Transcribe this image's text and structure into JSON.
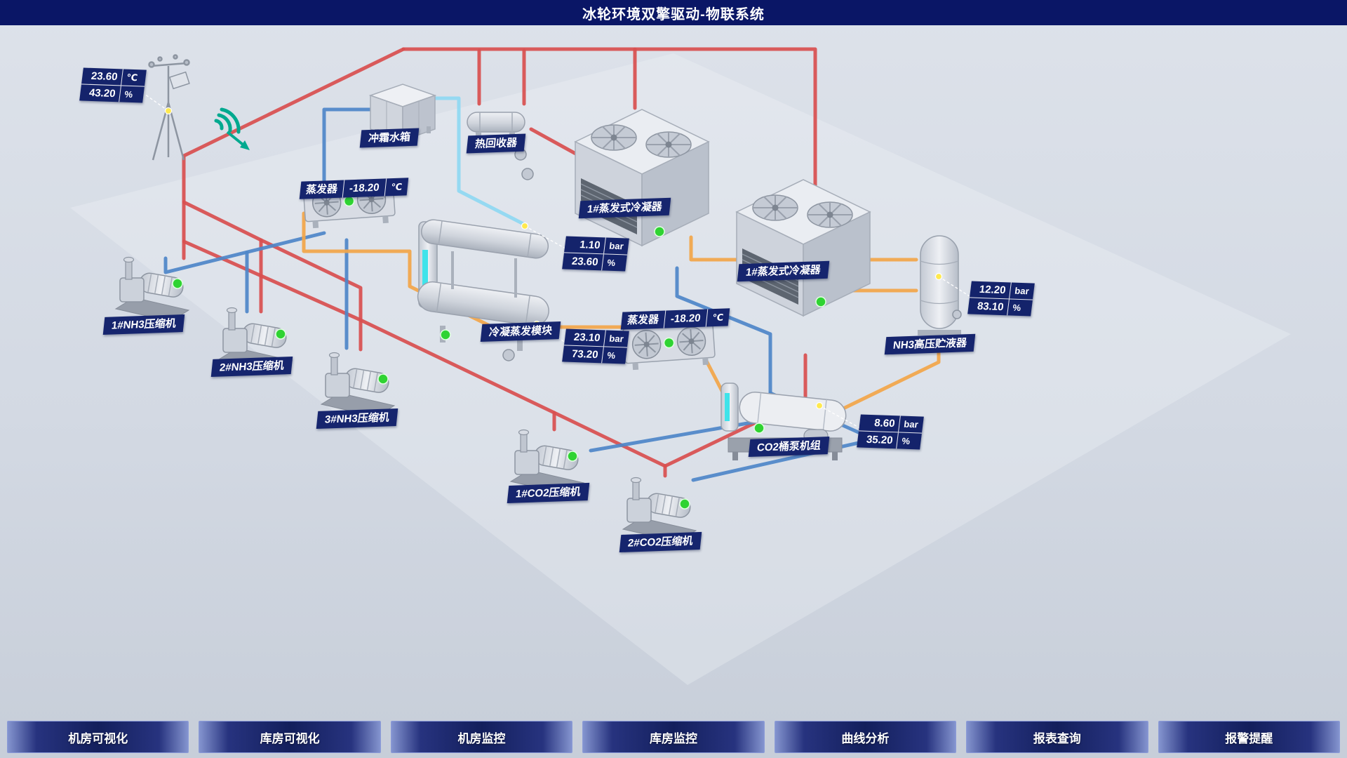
{
  "header": {
    "title": "冰轮环境双擎驱动-物联系统"
  },
  "colors": {
    "header_bg": "#0a1666",
    "label_bg": "#16256e",
    "callout_bg": "#14236b",
    "pipe_red": "#d85050",
    "pipe_blue": "#4f86c8",
    "pipe_light_blue": "#8fd8f2",
    "pipe_orange": "#f2a649",
    "status_green": "#2fd332",
    "leader_dot": "#ffe94e",
    "wifi_teal": "#00a98f"
  },
  "labels": {
    "defrost_tank": "冲霜水箱",
    "heat_recovery": "热回收器",
    "evaporator_left": {
      "name": "蒸发器",
      "value": "-18.20",
      "unit": "℃"
    },
    "condenser1": "1#蒸发式冷凝器",
    "condenser2": "1#蒸发式冷凝器",
    "cond_evap_module": "冷凝蒸发模块",
    "evaporator_right": {
      "name": "蒸发器",
      "value": "-18.20",
      "unit": "℃"
    },
    "nh3_receiver": "NH3高压贮液器",
    "co2_pump_unit": "CO2桶泵机组",
    "nh3_comp1": "1#NH3压缩机",
    "nh3_comp2": "2#NH3压缩机",
    "nh3_comp3": "3#NH3压缩机",
    "co2_comp1": "1#CO2压缩机",
    "co2_comp2": "2#CO2压缩机"
  },
  "weather_callout": {
    "rows": [
      {
        "value": "23.60",
        "unit": "℃"
      },
      {
        "value": "43.20",
        "unit": "%"
      }
    ]
  },
  "callouts": [
    {
      "id": "module-top",
      "rows": [
        {
          "value": "1.10",
          "unit": "bar"
        },
        {
          "value": "23.60",
          "unit": "%"
        }
      ]
    },
    {
      "id": "module-bottom",
      "rows": [
        {
          "value": "23.10",
          "unit": "bar"
        },
        {
          "value": "73.20",
          "unit": "%"
        }
      ]
    },
    {
      "id": "nh3-receiver",
      "rows": [
        {
          "value": "12.20",
          "unit": "bar"
        },
        {
          "value": "83.10",
          "unit": "%"
        }
      ]
    },
    {
      "id": "co2-pump-unit",
      "rows": [
        {
          "value": "8.60",
          "unit": "bar"
        },
        {
          "value": "35.20",
          "unit": "%"
        }
      ]
    }
  ],
  "nav": {
    "items": [
      {
        "label": "机房可视化"
      },
      {
        "label": "库房可视化"
      },
      {
        "label": "机房监控"
      },
      {
        "label": "库房监控"
      },
      {
        "label": "曲线分析"
      },
      {
        "label": "报表查询"
      },
      {
        "label": "报警提醒"
      }
    ]
  }
}
